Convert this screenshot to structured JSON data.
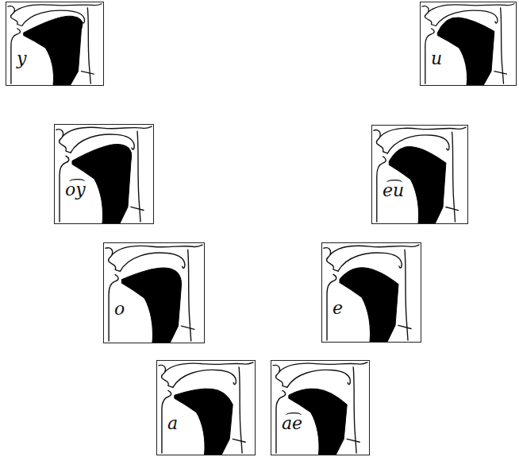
{
  "diagram": {
    "nodes": [
      {
        "text": [
          "у"
        ]
      },
      {
        "text": [
          "и"
        ]
      },
      {
        "text": [
          "о͡у"
        ]
      },
      {
        "text": [
          "е͡и"
        ]
      },
      {
        "text": [
          "о"
        ]
      },
      {
        "text": [
          "е"
        ]
      },
      {
        "text": [
          "а"
        ]
      },
      {
        "text": [
          "а͡е"
        ]
      }
    ]
  }
}
